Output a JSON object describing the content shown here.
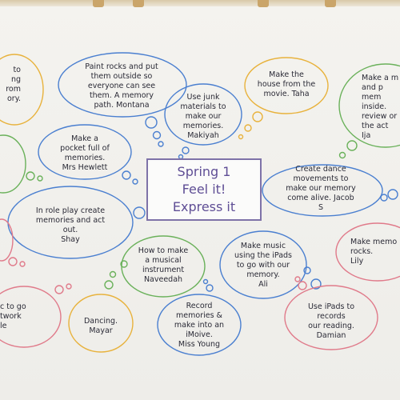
{
  "title": {
    "line1": "Spring 1",
    "line2": "Feel it!",
    "line3": "Express it"
  },
  "colors": {
    "title_text": "#5f4e95",
    "title_border": "#7e72a8",
    "cloud_outlines": [
      "#e8b23c",
      "#4a7fd0",
      "#6ab15a",
      "#e07a8a"
    ]
  },
  "bubbles": {
    "top_left_edge": "to\nng\nrom\nory.",
    "paint_rocks": "Paint rocks and put\nthem outside so\neveryone can see\nthem. A memory\npath. Montana",
    "junk_materials": "Use junk\nmaterials to\nmake our\nmemories.\nMakiyah",
    "house_movie": "Make the\nhouse from the\nmovie. Taha",
    "top_right_edge": "Make a m\nand p\nmem\ninside.\nreview or\nthe act\nIja",
    "pocket_full": "Make a\npocket full of\nmemories.\nMrs Hewlett",
    "dance": "Create dance\nmovements to\nmake our memory\ncome alive. Jacob\nS",
    "role_play": "In role play create\nmemories and act\nout.\nShay",
    "memory_rocks": "Make memo\nrocks.\nLily",
    "musical_instrument": "How to make\na musical\ninstrument\nNaveedah",
    "music_ipads": "Make music\nusing the iPads\nto go with our\nmemory.\nAli",
    "bottom_left_edge": "c to go\ntwork\nle",
    "dancing": "Dancing.\nMayar",
    "imovie": "Record\nmemories &\nmake into an\niMoive.\nMiss Young",
    "ipads_reading": "Use iPads to\nrecords\nour reading.\nDamian"
  }
}
